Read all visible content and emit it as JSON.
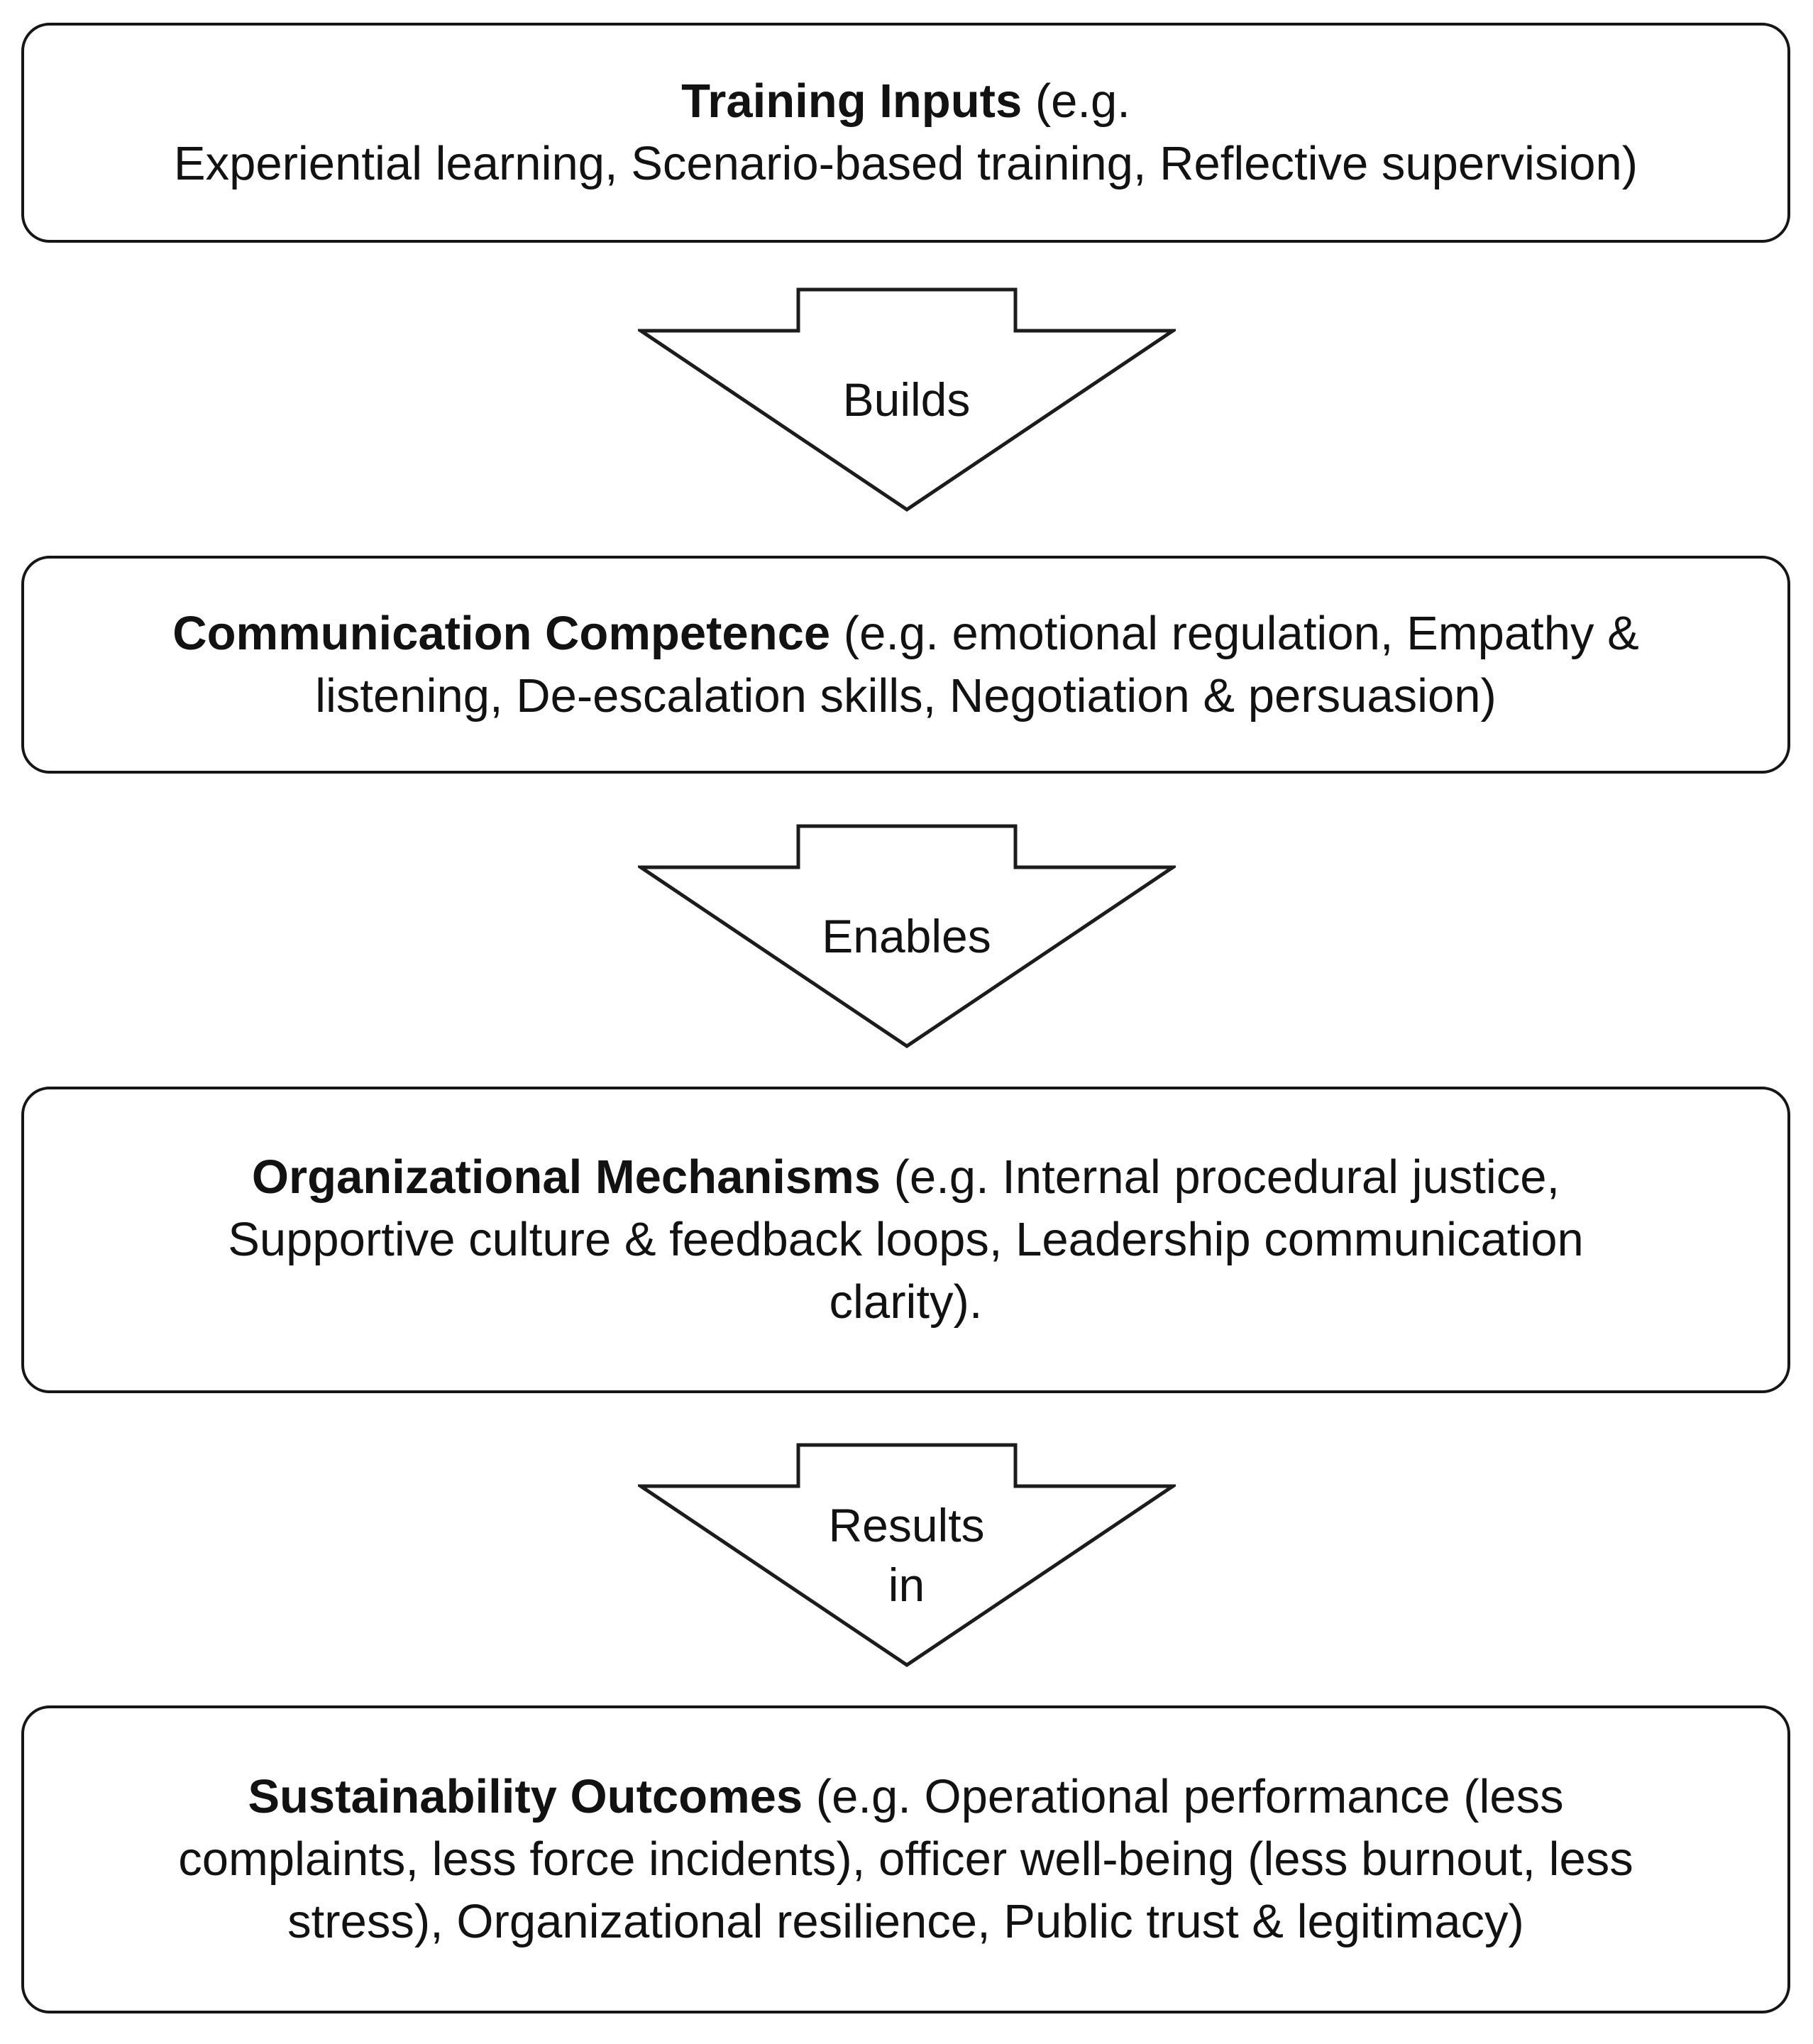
{
  "page": {
    "background_color": "#ffffff",
    "ink_color": "#161616"
  },
  "boxes": [
    {
      "id": "training-inputs",
      "title": "Training Inputs",
      "rest": " (e.g.\nExperiential learning, Scenario-based training, Reflective supervision)"
    },
    {
      "id": "communication-competence",
      "title": "Communication Competence",
      "rest": " (e.g. emotional regulation, Empathy &\nlistening, De-escalation skills, Negotiation & persuasion)"
    },
    {
      "id": "organizational-mechanisms",
      "title": "Organizational Mechanisms",
      "rest": " (e.g. Internal procedural justice,\nSupportive culture & feedback loops, Leadership communication\nclarity)."
    },
    {
      "id": "sustainability-outcomes",
      "title": "Sustainability Outcomes",
      "rest": " (e.g. Operational performance (less\ncomplaints, less force incidents), officer well-being (less burnout, less\nstress), Organizational resilience, Public trust & legitimacy)"
    }
  ],
  "arrows": [
    {
      "label": "Builds"
    },
    {
      "label": "Enables"
    },
    {
      "label": "Results\nin"
    }
  ]
}
